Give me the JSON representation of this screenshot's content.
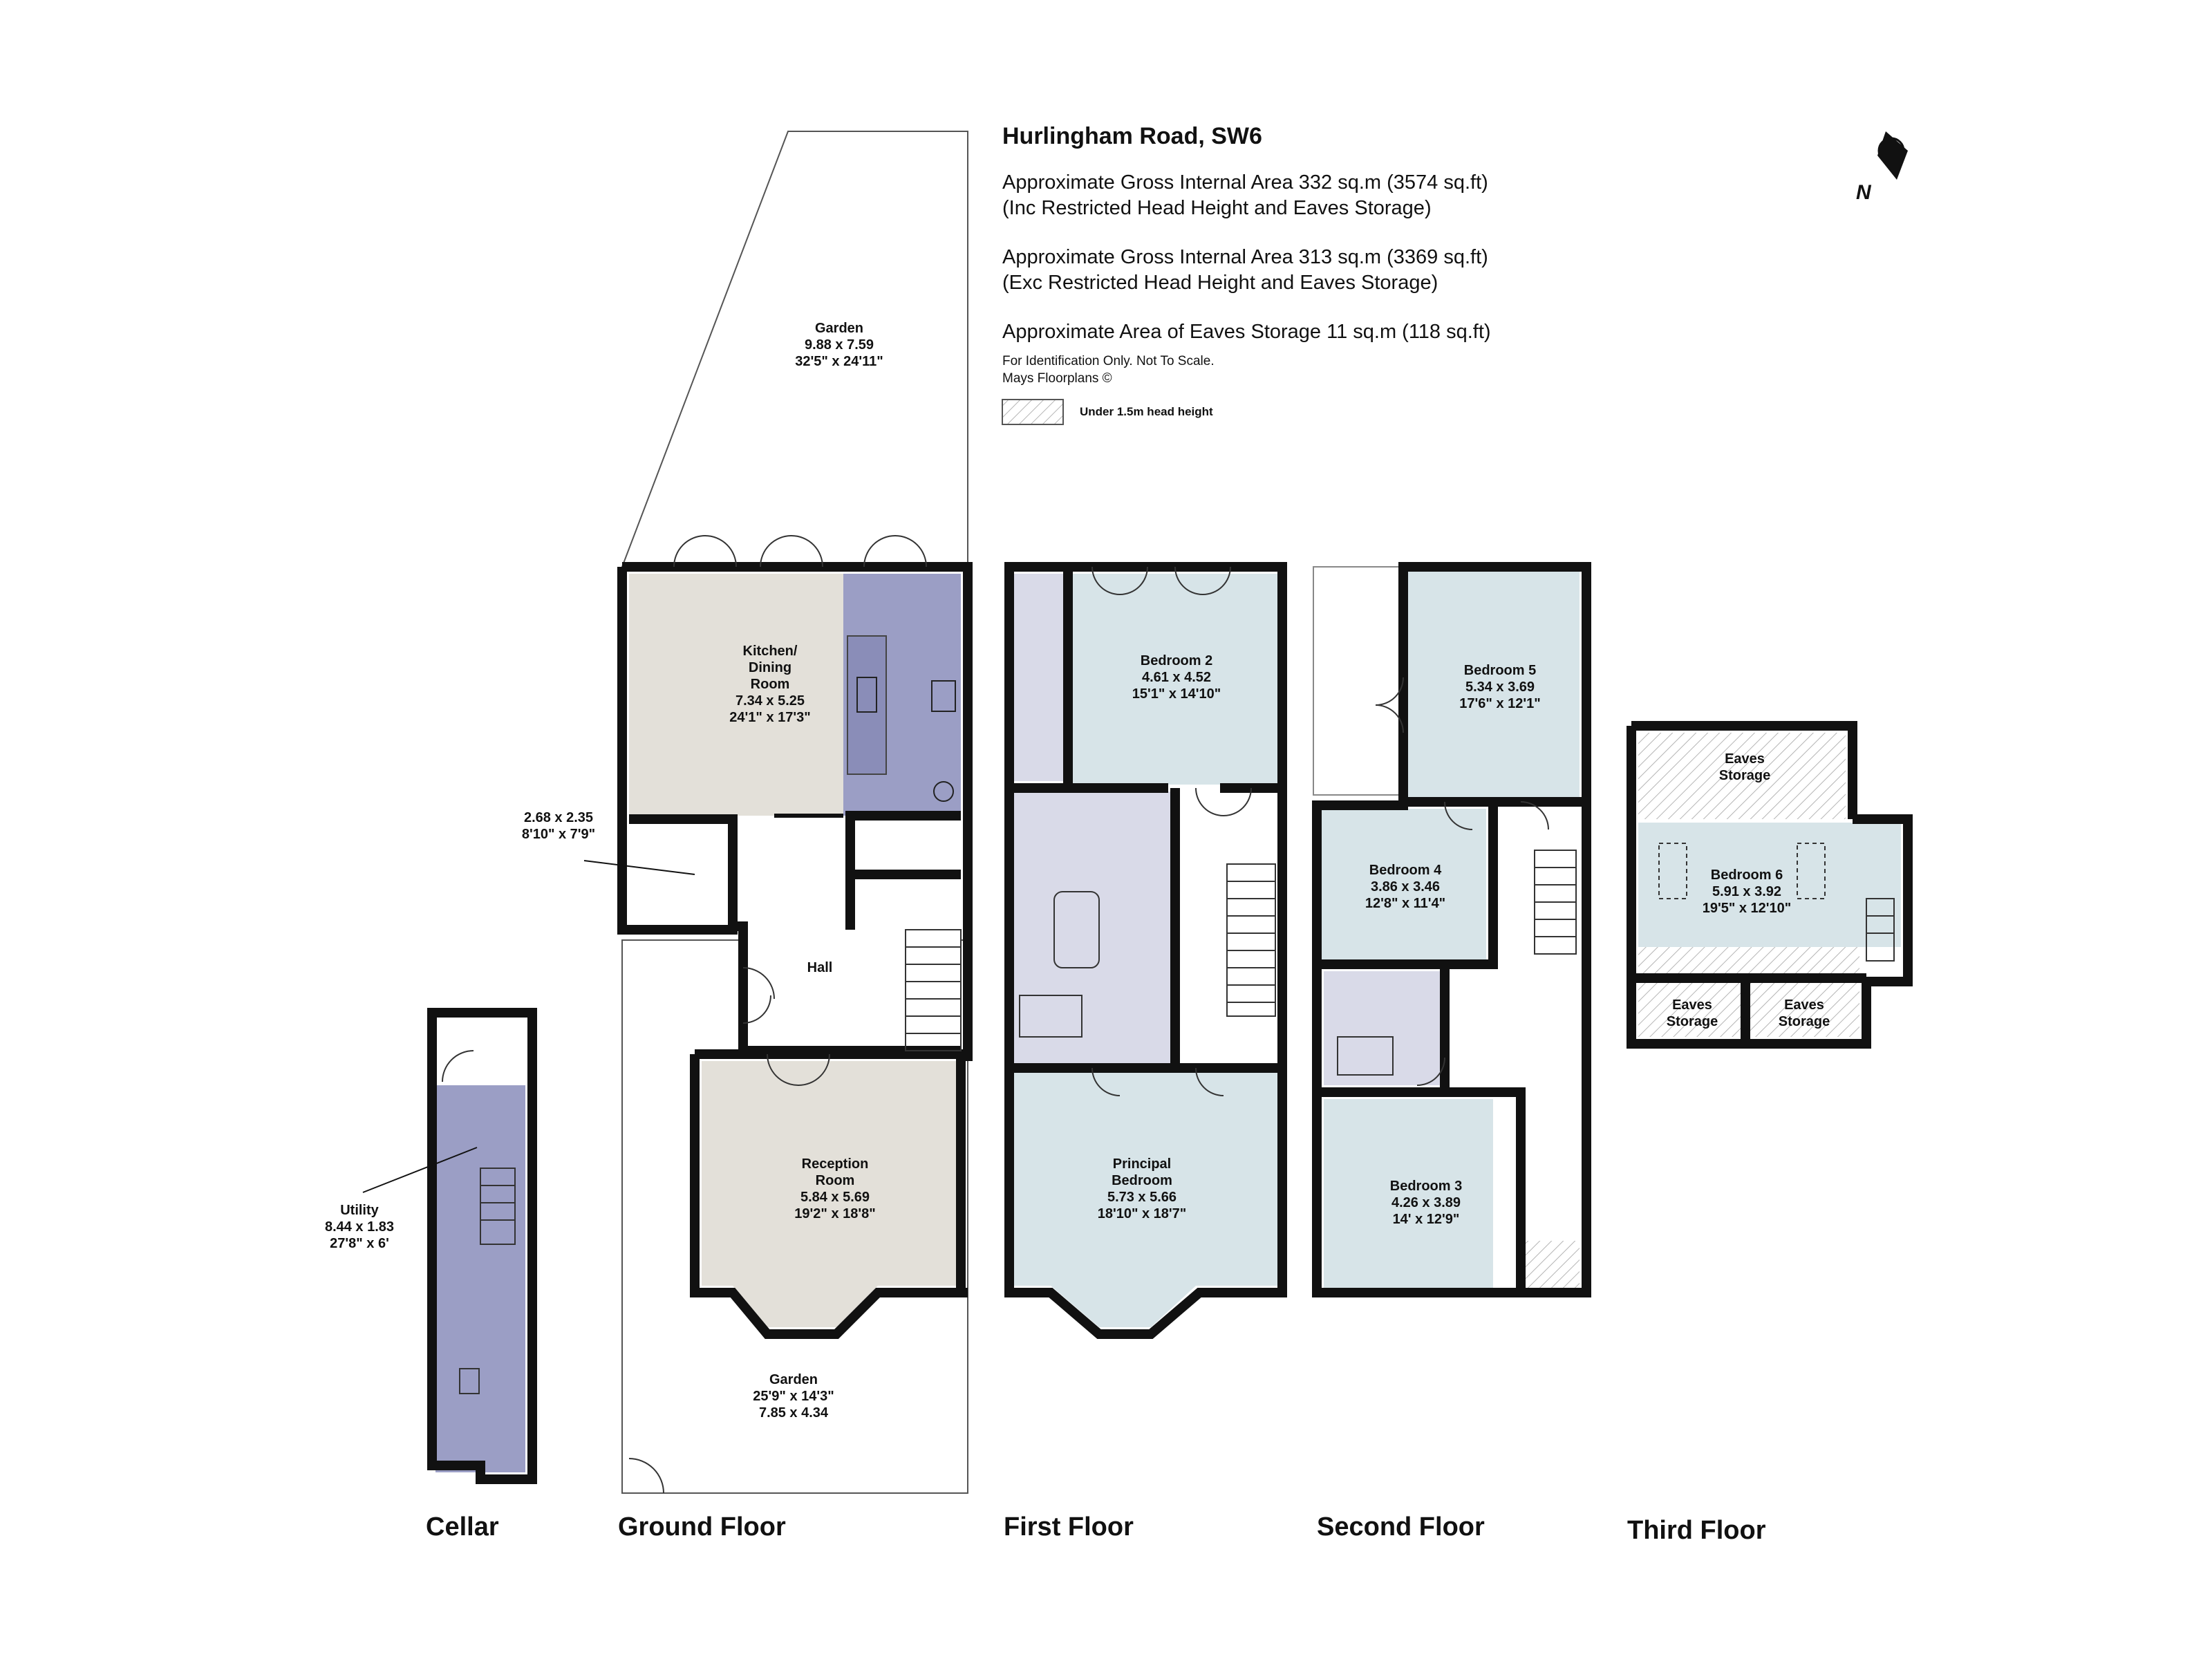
{
  "header": {
    "title": "Hurlingham Road, SW6",
    "area_inc_line1": "Approximate Gross Internal Area 332 sq.m (3574 sq.ft)",
    "area_inc_line2": "(Inc Restricted Head Height and Eaves Storage)",
    "area_exc_line1": "Approximate Gross Internal Area 313 sq.m (3369 sq.ft)",
    "area_exc_line2": "(Exc Restricted Head Height and Eaves Storage)",
    "eaves_area": "Approximate Area of Eaves Storage 11 sq.m (118 sq.ft)",
    "disclaimer": "For Identification Only. Not To Scale.",
    "credit": "Mays Floorplans ©",
    "legend_label": "Under 1.5m head height"
  },
  "compass": {
    "label": "N"
  },
  "floors": {
    "cellar": "Cellar",
    "ground": "Ground Floor",
    "first": "First Floor",
    "second": "Second Floor",
    "third": "Third Floor"
  },
  "rooms": {
    "garden_rear": {
      "name": "Garden",
      "metric": "9.88 x 7.59",
      "imperial": "32'5\" x 24'11\""
    },
    "kitchen": {
      "name1": "Kitchen/",
      "name2": "Dining",
      "name3": "Room",
      "metric": "7.34 x 5.25",
      "imperial": "24'1\" x 17'3\""
    },
    "store": {
      "metric": "2.68 x 2.35",
      "imperial": "8'10\" x 7'9\""
    },
    "hall": {
      "name": "Hall"
    },
    "reception": {
      "name1": "Reception",
      "name2": "Room",
      "metric": "5.84 x 5.69",
      "imperial": "19'2\" x 18'8\""
    },
    "garden_front": {
      "name": "Garden",
      "imperial": "25'9\" x 14'3\"",
      "metric": "7.85 x 4.34"
    },
    "utility": {
      "name": "Utility",
      "metric": "8.44 x 1.83",
      "imperial": "27'8\" x 6'"
    },
    "bedroom2": {
      "name": "Bedroom 2",
      "metric": "4.61 x 4.52",
      "imperial": "15'1\" x 14'10\""
    },
    "principal": {
      "name1": "Principal",
      "name2": "Bedroom",
      "metric": "5.73 x 5.66",
      "imperial": "18'10\" x 18'7\""
    },
    "bedroom5": {
      "name": "Bedroom 5",
      "metric": "5.34 x 3.69",
      "imperial": "17'6\" x 12'1\""
    },
    "bedroom4": {
      "name": "Bedroom 4",
      "metric": "3.86 x 3.46",
      "imperial": "12'8\" x 11'4\""
    },
    "bedroom3": {
      "name": "Bedroom 3",
      "metric": "4.26 x 3.89",
      "imperial": "14' x 12'9\""
    },
    "eaves_top": {
      "name1": "Eaves",
      "name2": "Storage"
    },
    "bedroom6": {
      "name": "Bedroom 6",
      "metric": "5.91 x 3.92",
      "imperial": "19'5\" x 12'10\""
    },
    "eaves_left": {
      "name1": "Eaves",
      "name2": "Storage"
    },
    "eaves_right": {
      "name1": "Eaves",
      "name2": "Storage"
    }
  },
  "colors": {
    "wall": "#111111",
    "room_grey": "#e3e0d9",
    "room_blue": "#d7e4e8",
    "room_lilac": "#d9dae8",
    "kitchen_units": "#9b9ec5",
    "garden": "#ffffff",
    "hatch": "#bbbbbb"
  }
}
